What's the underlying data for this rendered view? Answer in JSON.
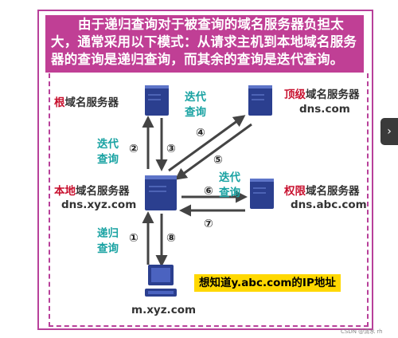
{
  "header": {
    "text": "由于递归查询对于被查询的域名服务器负担太大，通常采用以下模式：从请求主机到本地域名服务器的查询是递归查询，而其余的查询是迭代查询。"
  },
  "nodes": {
    "root": {
      "highlight": "根",
      "suffix": "域名服务器"
    },
    "tld": {
      "highlight": "顶级",
      "suffix": "域名服务器",
      "host": "dns.com"
    },
    "local": {
      "highlight": "本地",
      "suffix": "域名服务器",
      "host": "dns.xyz.com"
    },
    "auth": {
      "highlight": "权限",
      "suffix": "域名服务器",
      "host": "dns.abc.com"
    },
    "client": {
      "host": "m.xyz.com"
    }
  },
  "methods": {
    "iterative_top": "迭代\n查询",
    "iterative_left": "迭代\n查询",
    "iterative_right": "迭代\n查询",
    "recursive": "递归\n查询"
  },
  "steps": [
    "①",
    "②",
    "③",
    "④",
    "⑤",
    "⑥",
    "⑦",
    "⑧"
  ],
  "note": "想知道y.abc.com的IP地址",
  "watermark": "CSDN @清水 rh",
  "side_tab": "›",
  "colors": {
    "frame": "#b8409a",
    "header_bg": "#c03f95",
    "highlight": "#c8102e",
    "method_text": "#1aa3a3",
    "note_bg": "#ffd800",
    "server": "#2b3f8f"
  }
}
